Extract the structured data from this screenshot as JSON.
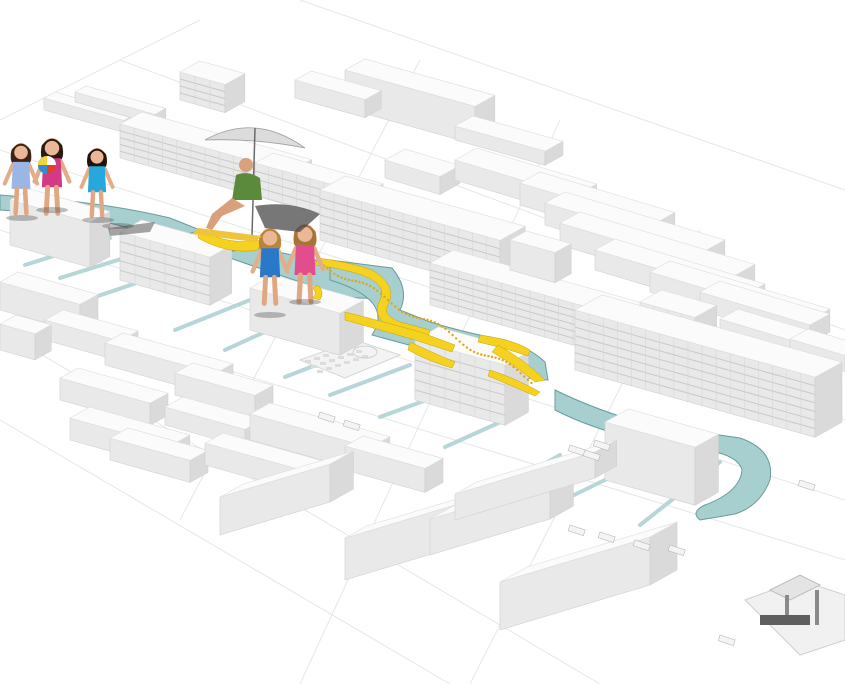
{
  "palette": {
    "background": "#ffffff",
    "ground_lines": "#e6e6e6",
    "building_top": "#fbfbfb",
    "building_left": "#e9e9e9",
    "building_right": "#dadada",
    "window_band": "#c9c9c9",
    "water": "#a7cfd0",
    "water_edge": "#6a9b9c",
    "canal_strip": "#b6d6d7",
    "flower_bank": "#f4d21f",
    "flower_dot": "#e3a60b",
    "umbrella": "#dcdcdc",
    "shadow": "#4a4a4a"
  },
  "scene": {
    "features": [
      "residential-blocks",
      "river-canal",
      "flower-banks",
      "canal-strips",
      "plaza",
      "parked-vehicles"
    ],
    "people": [
      {
        "type": "child-swimsuit",
        "color": "#9bb6e4"
      },
      {
        "type": "child-dress",
        "color": "#d23a86"
      },
      {
        "type": "child-shirt",
        "color": "#27a8dc"
      },
      {
        "type": "adult-sitting",
        "color": "#5c8a3c"
      },
      {
        "type": "child-trunks",
        "color": "#2a79c9"
      },
      {
        "type": "child-swimsuit-pink",
        "color": "#e24d8e"
      }
    ],
    "props": [
      "beach-ball-icon",
      "parasol-icon",
      "beach-towel"
    ]
  }
}
